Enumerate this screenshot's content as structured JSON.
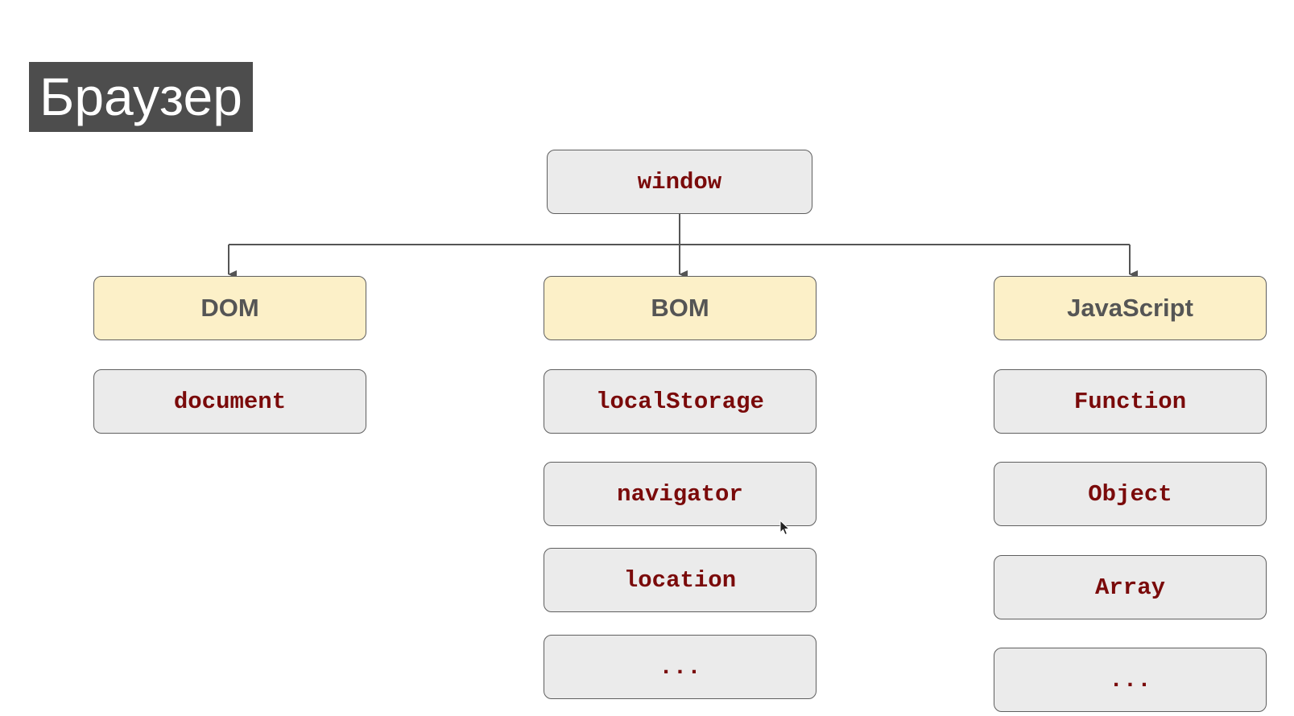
{
  "title": "Браузер",
  "root": {
    "label": "window"
  },
  "groups": [
    {
      "label": "DOM",
      "items": [
        "document"
      ]
    },
    {
      "label": "BOM",
      "items": [
        "localStorage",
        "navigator",
        "location",
        "..."
      ]
    },
    {
      "label": "JavaScript",
      "items": [
        "Function",
        "Object",
        "Array",
        "..."
      ]
    }
  ],
  "colors": {
    "title_bg": "#4d4d4d",
    "node_fill": "#ebebeb",
    "group_fill": "#fcf0c8",
    "code_text": "#7a0a0a",
    "group_text": "#555555",
    "connector": "#555555"
  }
}
